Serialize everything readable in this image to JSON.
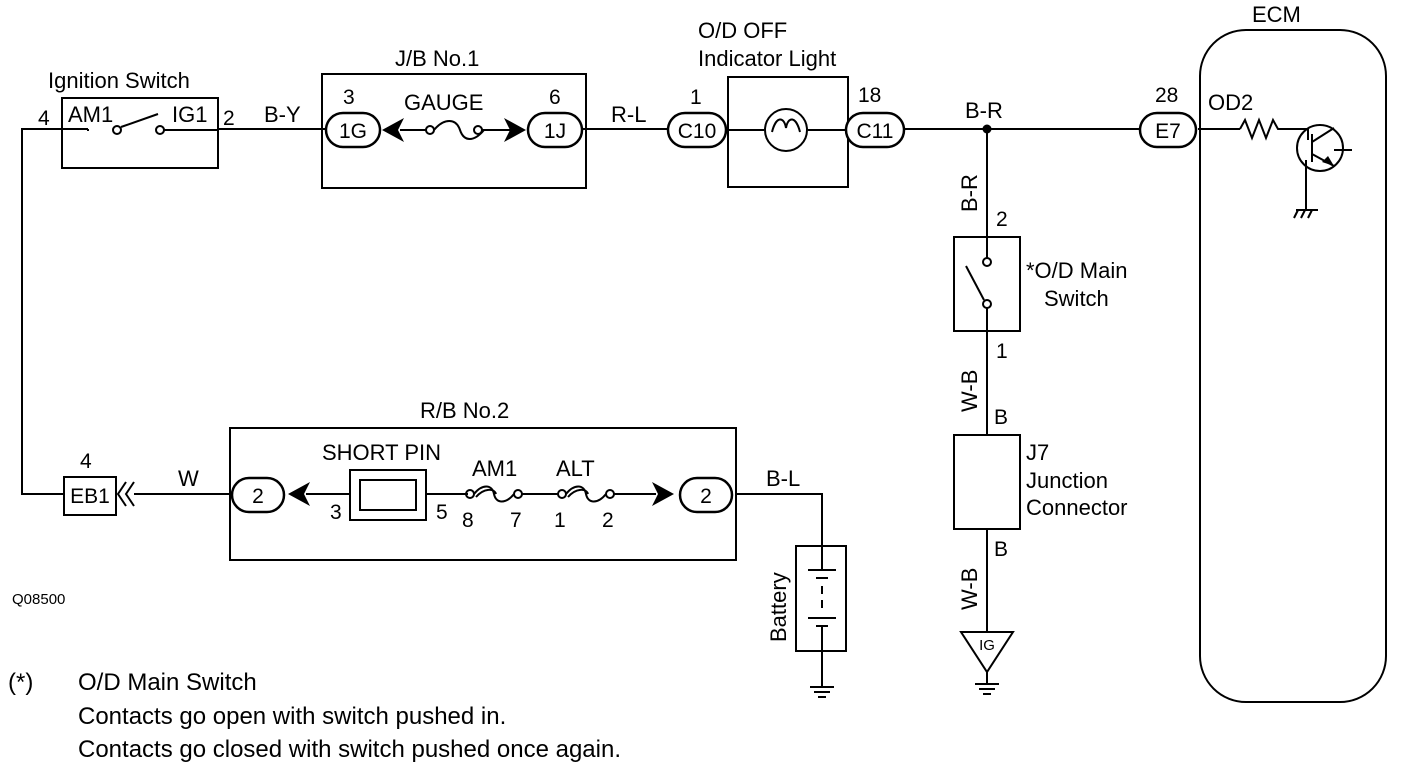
{
  "components": {
    "ignition_switch": {
      "title": "Ignition Switch",
      "term_left": "AM1",
      "term_right": "IG1",
      "pin_left": "4",
      "pin_right": "2"
    },
    "jb1": {
      "title": "J/B No.1",
      "fuse": "GAUGE",
      "conn_left": "1G",
      "conn_right": "1J",
      "pin_left": "3",
      "pin_right": "6"
    },
    "od_off_light": {
      "title_line1": "O/D OFF",
      "title_line2": "Indicator Light",
      "conn_left": "C10",
      "conn_right": "C11",
      "pin_left": "1",
      "pin_right": "18"
    },
    "ecm": {
      "title": "ECM",
      "conn": "E7",
      "pin": "28",
      "signal": "OD2"
    },
    "od_main_switch": {
      "label_line1": "*O/D Main",
      "label_line2": "Switch",
      "pin_top": "2",
      "pin_bottom": "1"
    },
    "j7": {
      "label_line1": "J7",
      "label_line2": "Junction",
      "label_line3": "Connector",
      "term_top": "B",
      "term_bottom": "B"
    },
    "ground_ig": {
      "label": "IG"
    },
    "rb2": {
      "title": "R/B No.2",
      "short_pin": "SHORT PIN",
      "fuse1": "AM1",
      "fuse2": "ALT",
      "conn_left": "2",
      "conn_right": "2",
      "pin_3": "3",
      "pin_5": "5",
      "pin_8": "8",
      "pin_7": "7",
      "pin_1": "1",
      "pin_2": "2"
    },
    "eb1": {
      "conn": "EB1",
      "pin": "4"
    },
    "battery": {
      "label": "Battery"
    }
  },
  "wires": {
    "ign_to_jb": "B-Y",
    "jb_to_light": "R-L",
    "light_to_ecm": "B-R",
    "vertical_br": "B-R",
    "switch_to_j7": "W-B",
    "j7_to_ground": "W-B",
    "rb_to_eb1": "W",
    "rb_to_battery": "B-L"
  },
  "figure_id": "Q08500",
  "note": {
    "marker": "(*)",
    "line1": "O/D Main Switch",
    "line2": "Contacts go open with switch pushed in.",
    "line3": "Contacts go closed with switch pushed once again."
  }
}
